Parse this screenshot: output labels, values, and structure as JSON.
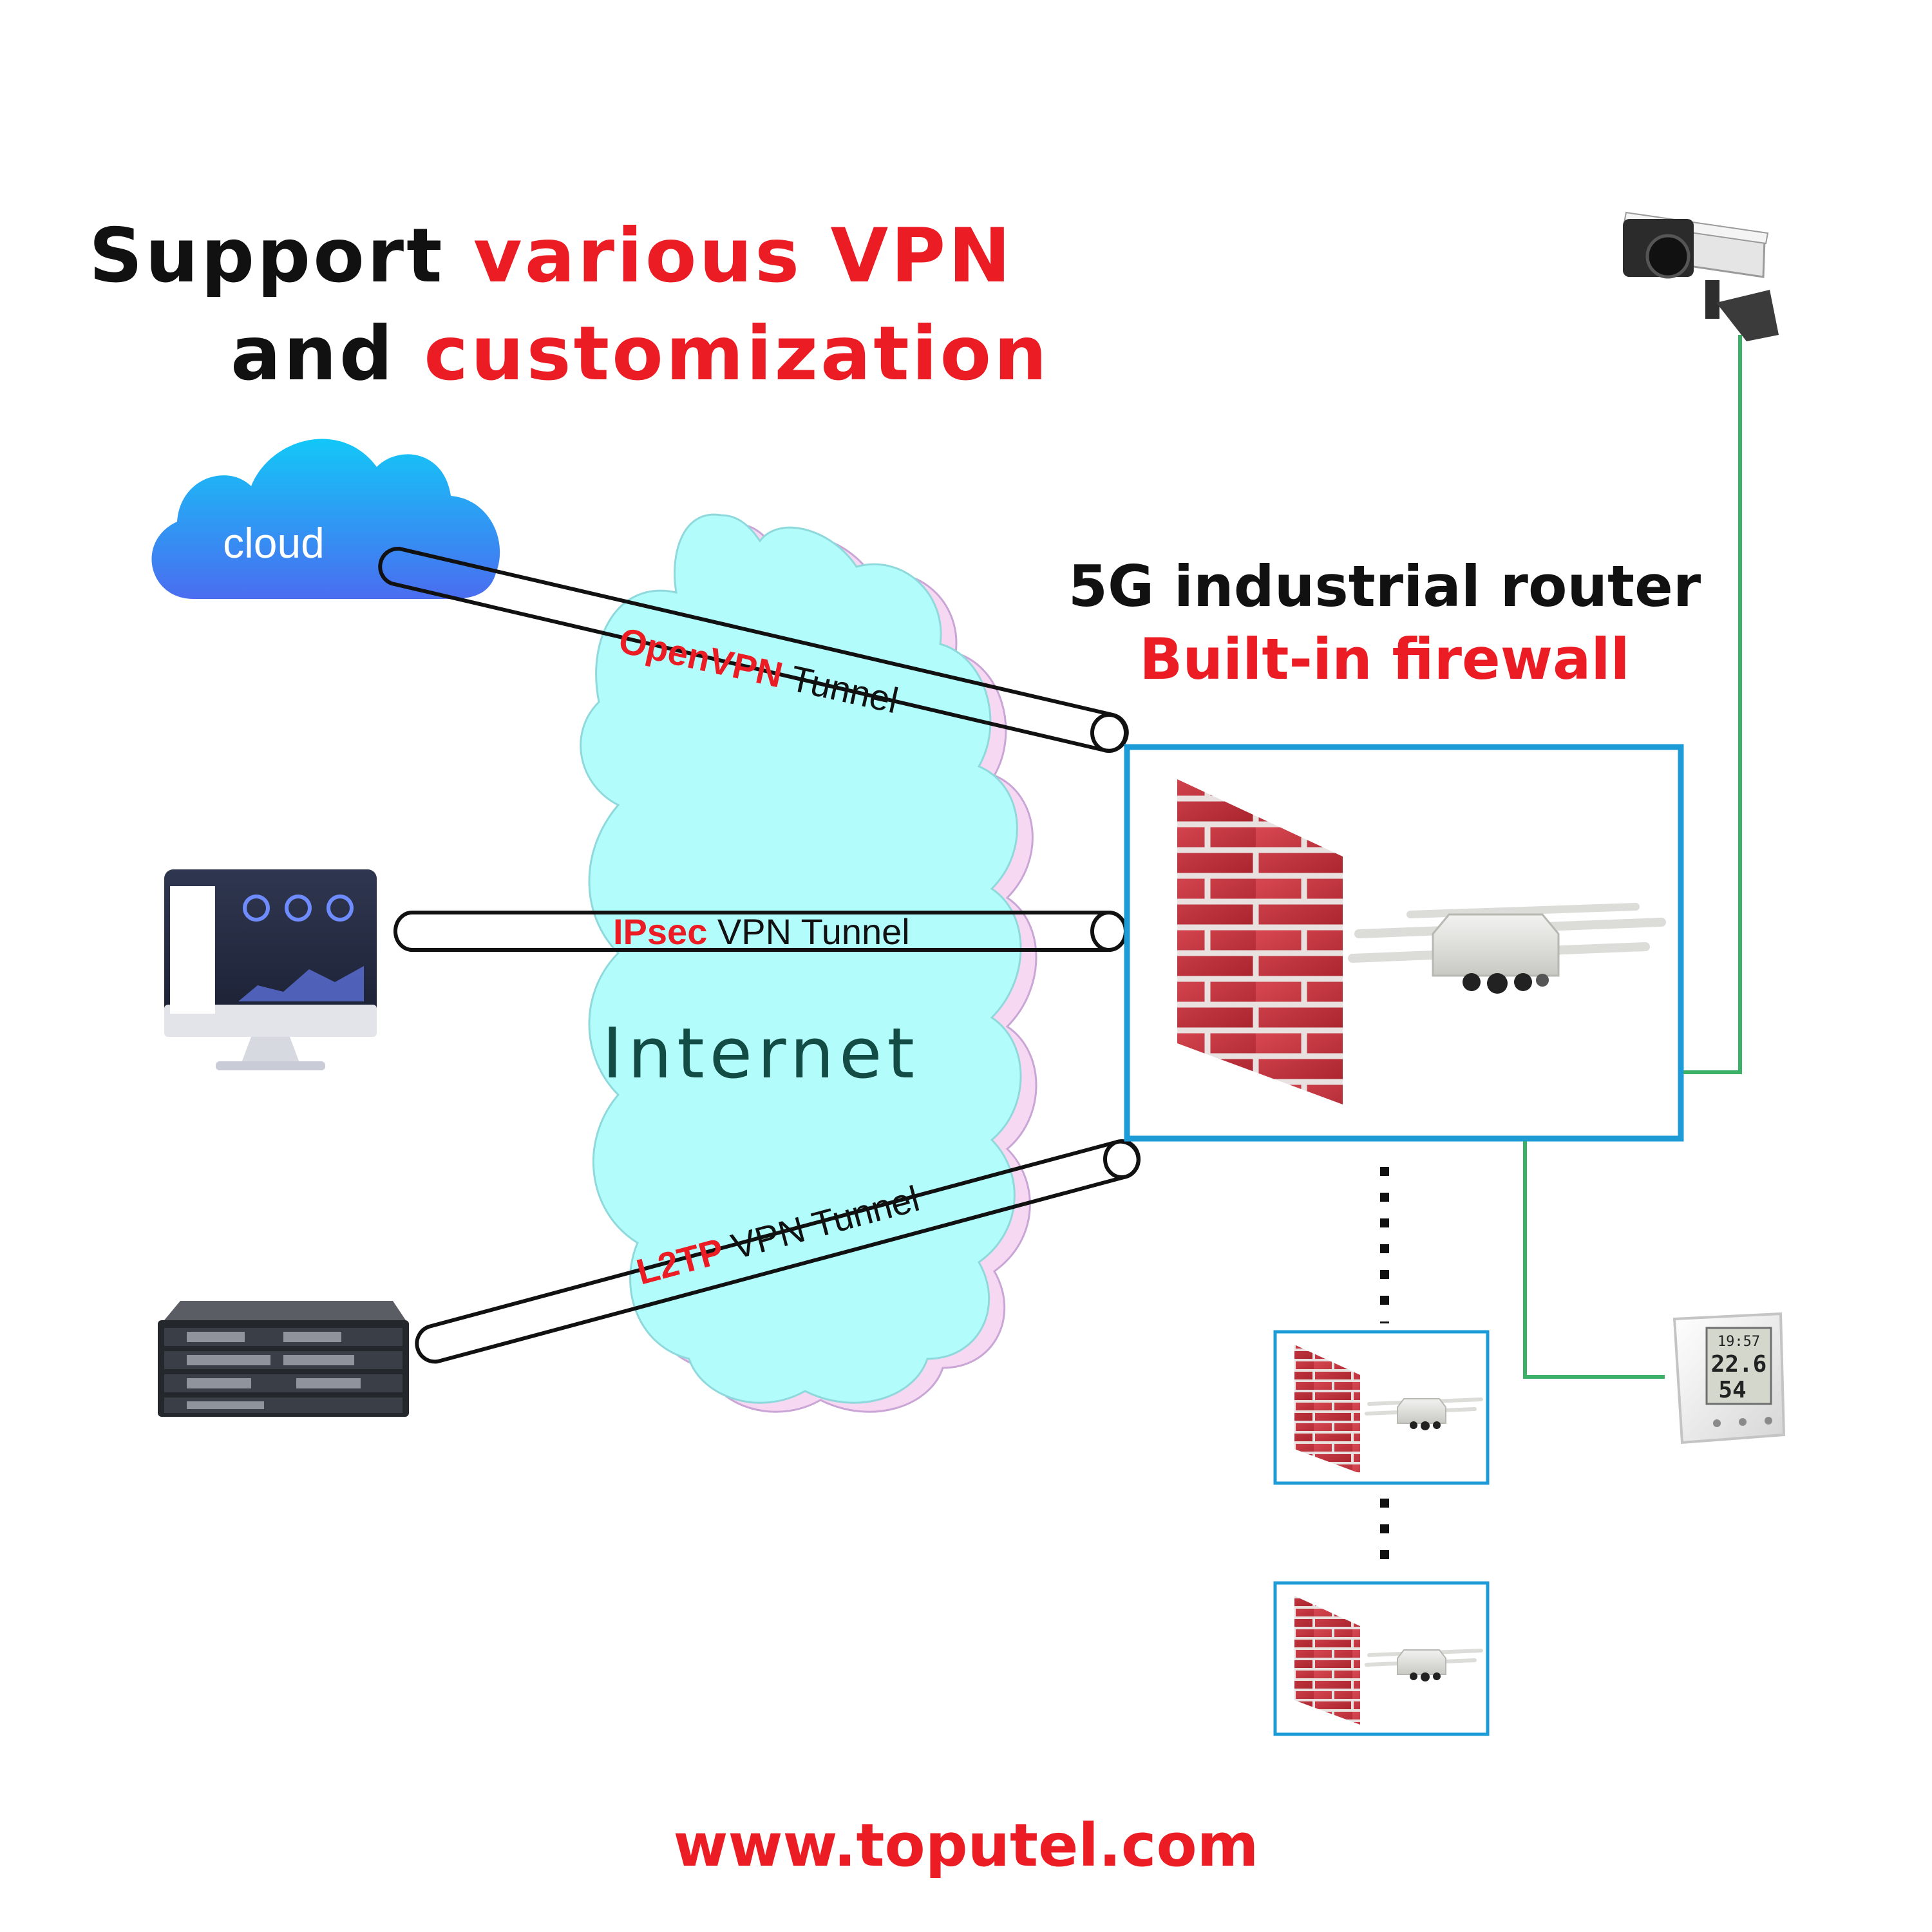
{
  "headline": {
    "line1_black": "Support",
    "line1_red": "various VPN",
    "line2_black": "and",
    "line2_red": "customization"
  },
  "router": {
    "title": "5G industrial router",
    "subtitle": "Built-in firewall"
  },
  "cloud_label": "cloud",
  "internet_label": "Internet",
  "tunnels": {
    "openvpn": {
      "protocol": "OpenVPN",
      "suffix": "Tunnel"
    },
    "ipsec": {
      "protocol": "IPsec",
      "suffix": "VPN Tunnel"
    },
    "l2tp": {
      "protocol": "L2TP",
      "suffix": "VPN Tunnel"
    }
  },
  "thermometer": {
    "reading1": "19:57",
    "reading2": "22.6",
    "reading3": "54"
  },
  "website": "www.toputel.com",
  "colors": {
    "accent_red": "#ec1c24",
    "frame_blue": "#1d9bd7",
    "link_green": "#3bb067",
    "internet_fill": "#b3fcfc",
    "brick_red": "#c8323d"
  }
}
